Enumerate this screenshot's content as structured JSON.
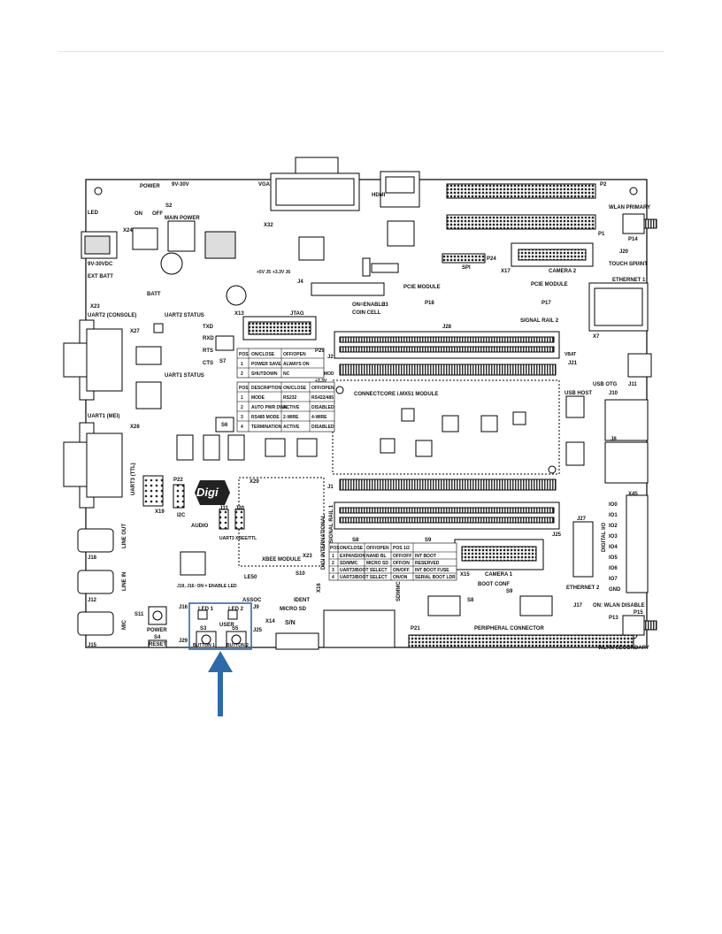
{
  "board": {
    "power": {
      "power_label": "POWER",
      "vrange": "9V-30V",
      "main_power": "MAIN POWER",
      "on": "ON",
      "off": "OFF",
      "led": "LED",
      "s2": "S2",
      "x24": "X24",
      "vdc": "9V-30VDC",
      "ext_batt": "EXT BATT",
      "x23": "X23",
      "batt": "BATT"
    },
    "top": {
      "vga": "VGA",
      "x32": "X32",
      "hdmi": "HDMI",
      "p2": "P2",
      "p1": "P1",
      "wlan_primary": "WLAN PRIMARY",
      "p14": "P14",
      "x17": "X17",
      "camera2": "CAMERA 2",
      "spi": "SPI",
      "p24": "P24",
      "j20": "J20",
      "touch_spi": "TOUCH SPI/INT",
      "jtag": "JTAG",
      "x13": "X13",
      "j5": "+5V J5",
      "j6": "+3.3V J6",
      "j4": "J4"
    },
    "pcie": {
      "module_a": "PCIE MODULE",
      "p18": "P18",
      "module_b": "PCIE MODULE",
      "p17": "P17",
      "enable": "ON=ENABLE",
      "coin_cell": "COIN CELL",
      "j3": "J3",
      "j28": "J28",
      "rail2": "SIGNAL RAIL 2",
      "ethernet1": "ETHERNET 1",
      "x7": "X7"
    },
    "uart": {
      "uart2": "UART2 (CONSOLE)",
      "uart2_status": "UART2 STATUS",
      "uart1_status": "UART1 STATUS",
      "uart1": "UART1 (MEI)",
      "uart3": "UART3 (TTL)",
      "txd": "TXD",
      "rxd": "RXD",
      "rts": "RTS",
      "cts": "CTS",
      "s7": "S7",
      "s6": "S6",
      "x27": "X27",
      "x28": "X28",
      "x19": "X19"
    },
    "table_s7": {
      "headers": [
        "POS",
        "ON/CLOSE",
        "OFF/OPEN"
      ],
      "rows": [
        [
          "1",
          "POWER SAVE",
          "ALWAYS ON"
        ],
        [
          "2",
          "SHUTDOWN",
          "NC"
        ]
      ]
    },
    "table_s6": {
      "headers": [
        "POS",
        "DESCRIPTION",
        "ON/CLOSE",
        "OFF/OPEN"
      ],
      "rows": [
        [
          "1",
          "MODE",
          "RS232",
          "RS422/485"
        ],
        [
          "2",
          "AUTO PWR DWN",
          "ACTIVE",
          "DISABLED"
        ],
        [
          "3",
          "RS485 MODE",
          "2-WIRE",
          "4-WIRE"
        ],
        [
          "4",
          "TERMINATION",
          "ACTIVE",
          "DISABLED"
        ]
      ]
    },
    "module": {
      "name": "CONNECTCORE i.MX51 MODULE",
      "p29": "P29",
      "mod": "MOD",
      "v33": "+3.3V",
      "j2": "J2",
      "usb_otg": "USB OTG",
      "j11": "J11",
      "usb_host": "USB HOST",
      "j10": "J10",
      "j8": "J8",
      "j21": "J21",
      "vbat": "VBAT"
    },
    "lower": {
      "p22": "P22",
      "i2c": "I2C",
      "digi": "Digi",
      "j1": "J1",
      "rail1": "SIGNAL RAIL 1",
      "digi_international": "DIGI INTERNATIONAL",
      "audio": "AUDIO",
      "line_out": "LINE OUT",
      "line_in": "LINE IN",
      "mic": "MIC",
      "j18": "J18",
      "j12": "J12",
      "j15": "J15",
      "j31": "J31",
      "j30": "J30",
      "uart3_xbee": "UART3 XBEE/TTL",
      "x29": "X29",
      "xbee_module": "XBEE MODULE",
      "x23b": "X23",
      "le50": "LE50",
      "assoc": "ASSOC",
      "s10": "S10",
      "ident": "IDENT",
      "j19_enable": "J19, J16: ON = ENABLE LED",
      "s11": "S11",
      "power": "POWER",
      "s4": "S4",
      "reset": "RESET",
      "j16": "J16",
      "j29": "J29",
      "led1": "LED 1",
      "led2": "LED 2",
      "user": "USER",
      "s3": "S3",
      "s5": "S5",
      "button1": "BUTTON 1",
      "button2": "BUTTON 2",
      "j9": "J9",
      "j25": "J25",
      "micro_sd": "MICRO SD",
      "x14": "X14",
      "sn": "S/N",
      "sdmmc": "SDMMC",
      "x16": "X16"
    },
    "table_s8": {
      "title": "S8",
      "headers": [
        "POS",
        "ON/CLOSE",
        "OFF/OPEN"
      ],
      "rows": [
        [
          "1",
          "EXPANSION",
          "NAND BL"
        ],
        [
          "2",
          "SD/MMC",
          "MICRO SD"
        ],
        [
          "3",
          "UART3/BOOT SELECT",
          ""
        ],
        [
          "4",
          "UART3/BOOT SELECT",
          ""
        ]
      ]
    },
    "table_s9": {
      "title": "S9",
      "headers": [
        "POS 1/2",
        ""
      ],
      "rows": [
        [
          "OFF/OFF",
          "INT BOOT"
        ],
        [
          "OFF/ON",
          "RESERVED"
        ],
        [
          "ON/OFF",
          "INT BOOT FUSE"
        ],
        [
          "ON/ON",
          "SERIAL BOOT LDR"
        ]
      ]
    },
    "right": {
      "x15": "X15",
      "camera1": "CAMERA 1",
      "j27": "J27",
      "j25": "J25",
      "ethernet2": "ETHERNET 2",
      "digital_io": "DIGITAL I/O",
      "x45": "X45",
      "io": [
        "IO0",
        "IO1",
        "IO2",
        "IO3",
        "IO4",
        "IO5",
        "IO6",
        "IO7",
        "GND"
      ],
      "boot_conf": "BOOT CONF",
      "s8": "S8",
      "s9": "S9",
      "j17": "J17",
      "wlan_disable": "ON: WLAN DISABLE",
      "p13": "P13",
      "p15": "P15",
      "wlan_secondary": "WLAN SECONDARY",
      "peripheral": "PERIPHERAL CONNECTOR",
      "p21": "P21"
    }
  },
  "highlight": {
    "color": "#2e6aa8"
  }
}
